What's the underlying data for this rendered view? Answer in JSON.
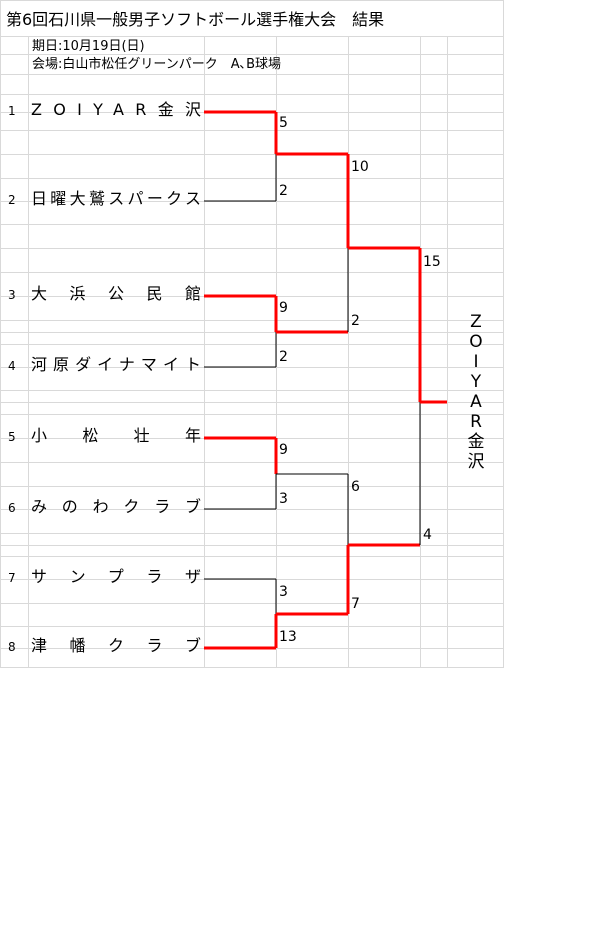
{
  "title": "第6回石川県一般男子ソフトボール選手権大会　結果",
  "date": "期日:10月19日(日)",
  "venue": "会場:白山市松任グリーンパーク　A､B球場",
  "teams": [
    {
      "seed": "1",
      "name": "ZOIYAR金沢"
    },
    {
      "seed": "2",
      "name": "日曜大鷲スパークス"
    },
    {
      "seed": "3",
      "name": "大浜公民館"
    },
    {
      "seed": "4",
      "name": "河原ダイナマイト"
    },
    {
      "seed": "5",
      "name": "小松壮年"
    },
    {
      "seed": "6",
      "name": "みのわクラブ"
    },
    {
      "seed": "7",
      "name": "サンプラザ"
    },
    {
      "seed": "8",
      "name": "津幡クラブ"
    }
  ],
  "scores": {
    "r1": [
      "5",
      "2",
      "9",
      "2",
      "9",
      "3",
      "3",
      "13"
    ],
    "sf": [
      "10",
      "2",
      "6",
      "7"
    ],
    "final": [
      "15",
      "4"
    ]
  },
  "champion": "ZOIYAR金沢",
  "colors": {
    "win": "#ff0000",
    "lose": "#000000",
    "grid": "#d9d9d9"
  }
}
